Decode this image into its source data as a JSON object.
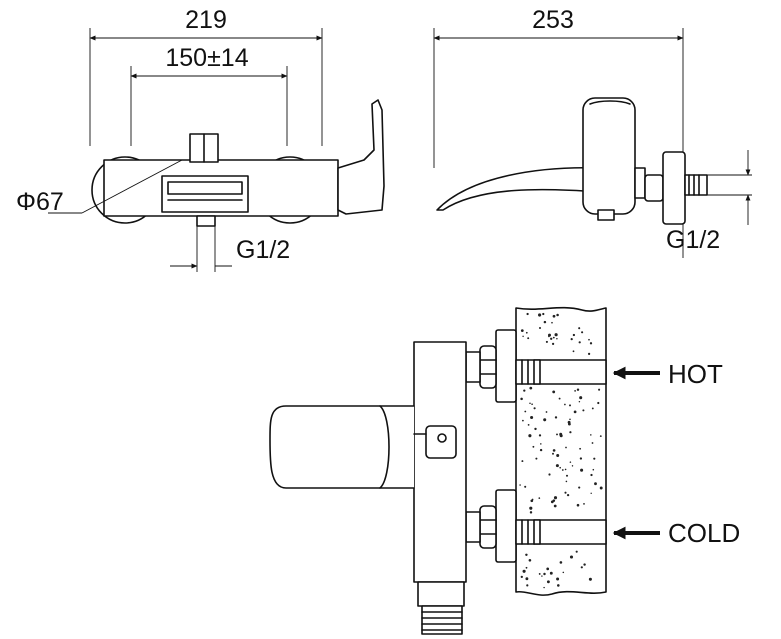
{
  "dimensions": {
    "front_total_width": "219",
    "inlet_spacing": "150±14",
    "escutcheon_diameter": "Φ67",
    "front_thread": "G1/2",
    "side_total_depth": "253",
    "side_thread": "G1/2"
  },
  "labels": {
    "hot": "HOT",
    "cold": "COLD"
  },
  "colors": {
    "line": "#111111",
    "background": "#ffffff"
  }
}
